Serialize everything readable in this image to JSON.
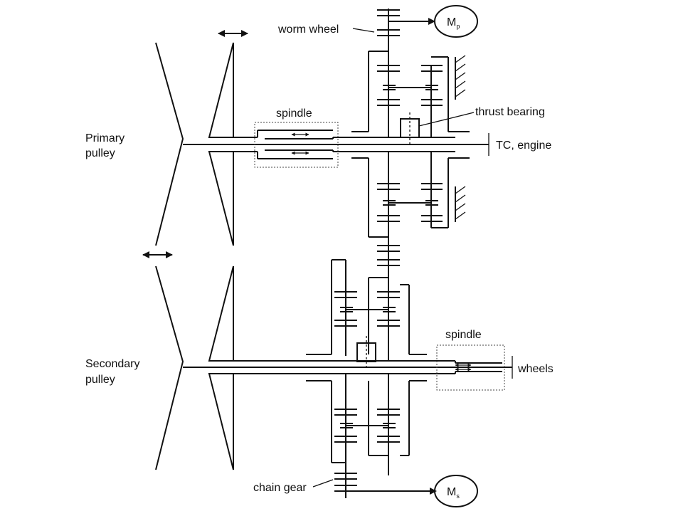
{
  "labels": {
    "worm_wheel": "worm wheel",
    "motor_primary_main": "M",
    "motor_primary_sub": "p",
    "spindle_primary": "spindle",
    "thrust_bearing": "thrust bearing",
    "primary_pulley_1": "Primary",
    "primary_pulley_2": "pulley",
    "tc_engine": "TC, engine",
    "spindle_secondary": "spindle",
    "secondary_pulley_1": "Secondary",
    "secondary_pulley_2": "pulley",
    "wheels": "wheels",
    "chain_gear": "chain gear",
    "motor_secondary_main": "M",
    "motor_secondary_sub": "s"
  },
  "colors": {
    "stroke": "#111111",
    "box": "#444444",
    "background": "#ffffff"
  }
}
